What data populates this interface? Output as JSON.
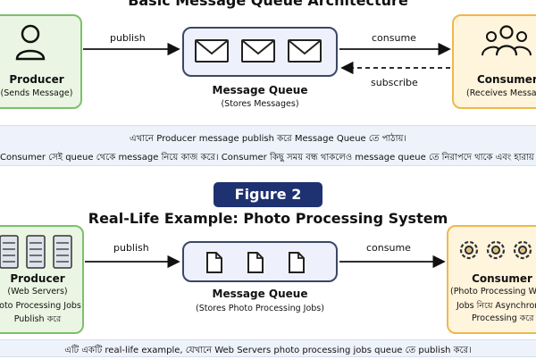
{
  "diagram1": {
    "title": "Basic Message Queue Architecture",
    "producer": {
      "name": "Producer",
      "sub": "(Sends Message)",
      "icon": "person-icon"
    },
    "queue": {
      "name": "Message Queue",
      "sub": "(Stores Messages)",
      "icon": "envelope-icon"
    },
    "consumer": {
      "name": "Consumer",
      "sub": "(Receives Messag",
      "icon": "group-icon"
    },
    "arrows": {
      "publish": "publish",
      "consume": "consume",
      "subscribe": "subscribe"
    },
    "note": [
      "এখানে Producer message publish করে Message Queue তে পাঠায়।",
      "Consumer সেই queue থেকে message নিয়ে কাজ করে। Consumer কিছু সময় বন্ধ থাকলেও message queue তে নিরাপদে থাকে এবং হারায় না।"
    ]
  },
  "figure_badge": "Figure 2",
  "diagram2": {
    "title": "Real-Life Example: Photo Processing System",
    "producer": {
      "name": "Producer",
      "sub": "(Web Servers)",
      "desc1": "hoto Processing Jobs",
      "desc2": "Publish করে",
      "icon": "server-icon"
    },
    "queue": {
      "name": "Message Queue",
      "sub": "(Stores Photo Processing Jobs)",
      "icon": "document-icon"
    },
    "consumer": {
      "name": "Consumer",
      "sub": "(Photo Processing Work",
      "desc1": "Jobs নিয়ে Asynchrono",
      "desc2": "Processing করে",
      "icon": "gear-icon"
    },
    "arrows": {
      "publish": "publish",
      "consume": "consume"
    },
    "note": [
      "এটি একটি real-life example, যেখানে Web Servers photo processing jobs queue তে publish করে।"
    ]
  },
  "colors": {
    "producer_bg": "#eaf6e3",
    "consumer_bg": "#fff4dc",
    "queue_border": "#3b4767",
    "badge": "#1e3170"
  }
}
